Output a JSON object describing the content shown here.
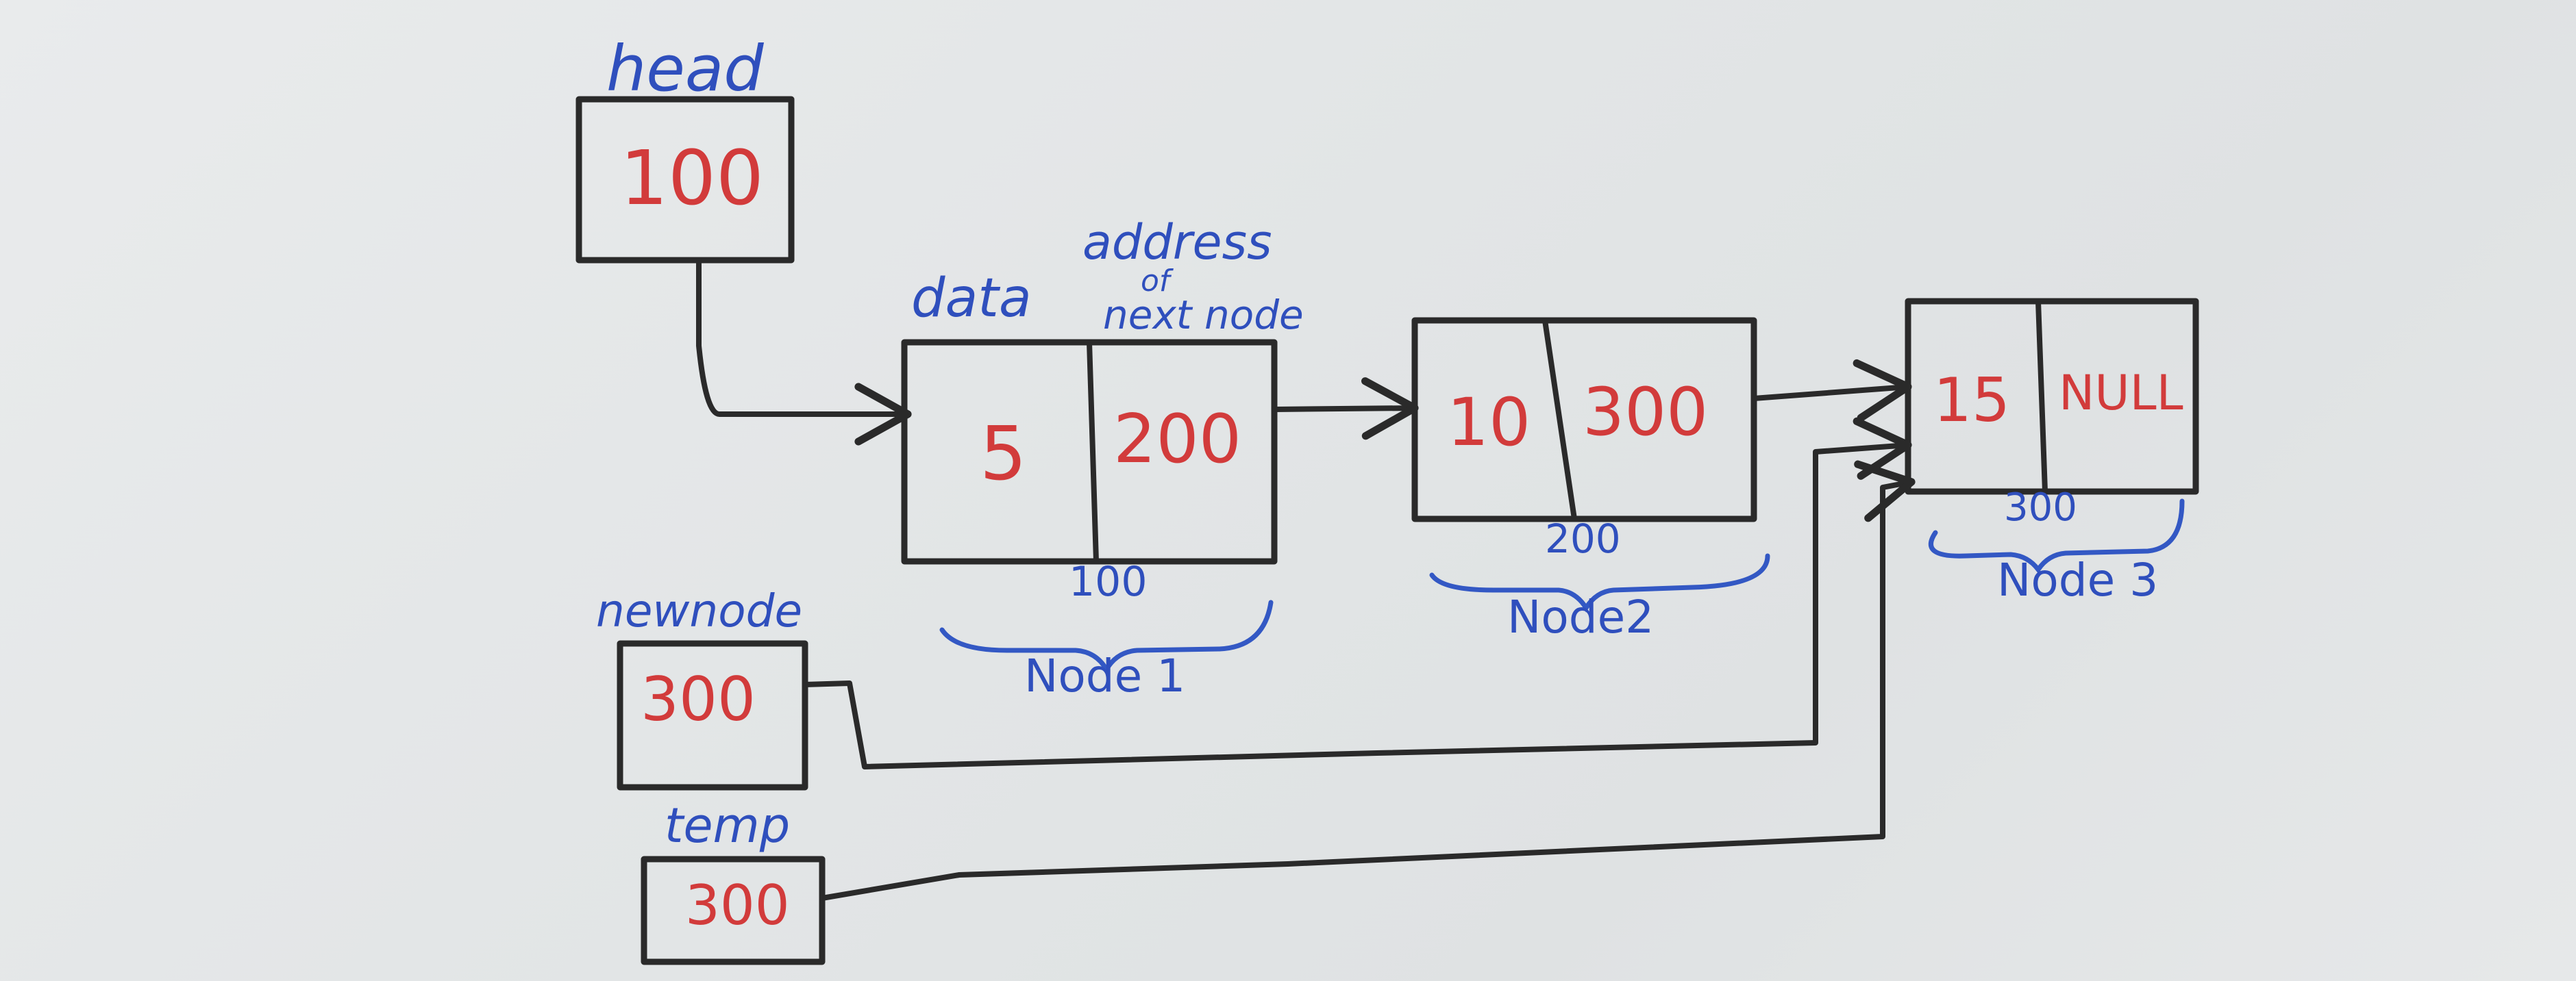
{
  "colors": {
    "ink": "#2a2a2a",
    "label": "#2f4fbd",
    "value": "#d23b3b",
    "board": "#e4e6e7"
  },
  "pointers": {
    "head": {
      "label": "head",
      "value": "100"
    },
    "newnode": {
      "label": "newnode",
      "value": "300"
    },
    "temp": {
      "label": "temp",
      "value": "300"
    }
  },
  "field_labels": {
    "data": "data",
    "address_1": "address",
    "address_2": "of",
    "address_3": "next node"
  },
  "nodes": [
    {
      "name": "Node 1",
      "address": "100",
      "data": "5",
      "next": "200"
    },
    {
      "name": "Node2",
      "address": "200",
      "data": "10",
      "next": "300"
    },
    {
      "name": "Node 3",
      "address": "300",
      "data": "15",
      "next": "NULL"
    }
  ]
}
